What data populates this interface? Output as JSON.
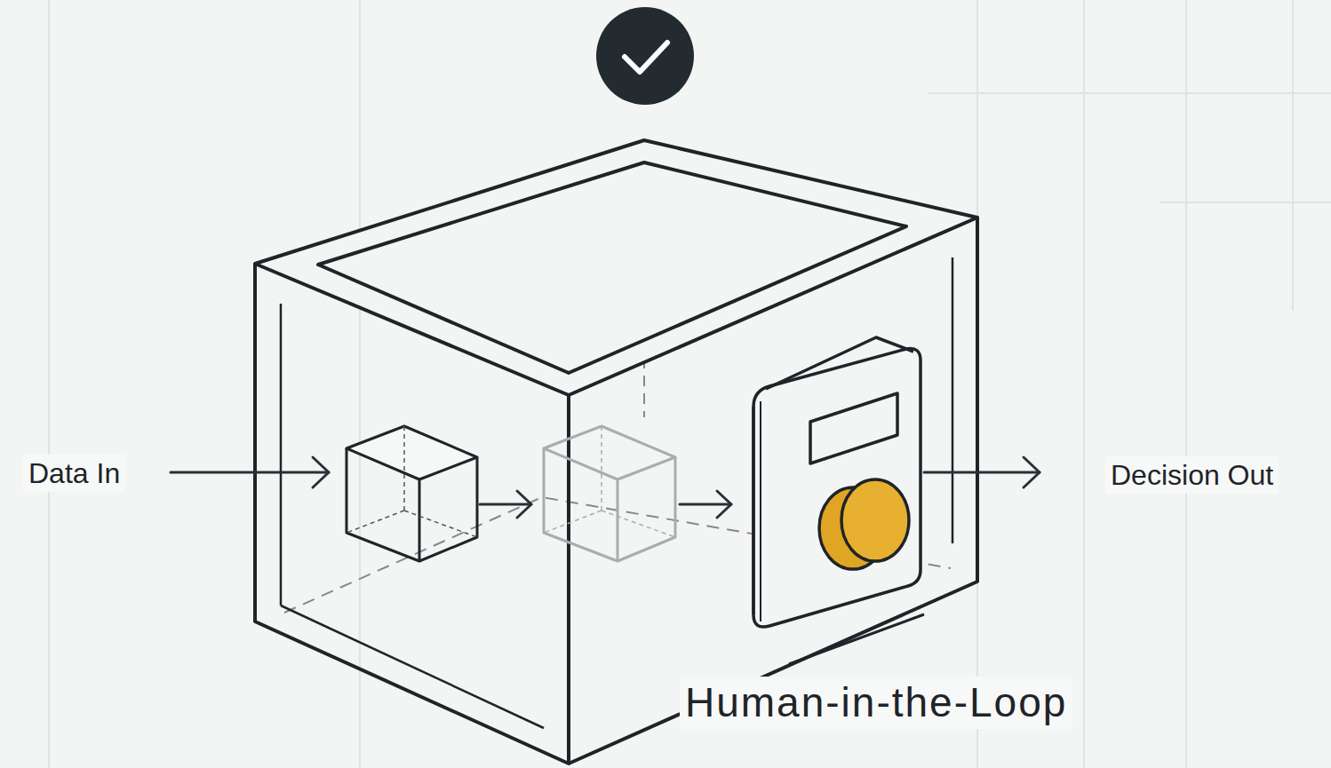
{
  "diagram": {
    "labels": [
      "Data In",
      "Decision Out",
      "Human-in-the-Loop"
    ]
  }
}
